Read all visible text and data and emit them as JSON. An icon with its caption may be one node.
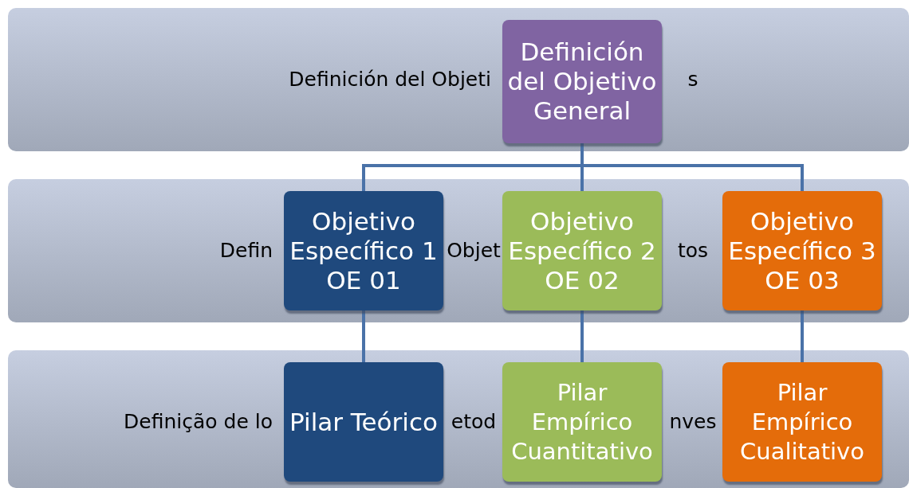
{
  "diagram": {
    "nodes": [
      {
        "text": [
          "Definición del Objeti",
          "s"
        ]
      },
      {
        "text": [
          "Definición del Objetivo General"
        ],
        "in": 0
      },
      {
        "text": [
          "Defin",
          "Objet",
          "tos"
        ]
      },
      {
        "text": [
          "Objetivo Específico 1 OE 01"
        ],
        "in": 2
      },
      {
        "text": [
          "Objetivo Específico 2 OE 02"
        ],
        "in": 2
      },
      {
        "text": [
          "Objetivo Específico 3 OE 03"
        ],
        "in": 2
      },
      {
        "text": [
          "Definição de lo",
          "etod",
          "nves"
        ]
      },
      {
        "text": [
          "Pilar Teórico"
        ],
        "in": 6
      },
      {
        "text": [
          "Pilar Empírico Cuantitativo"
        ],
        "in": 6
      },
      {
        "text": [
          "Pilar Empírico Cualitativo"
        ],
        "in": 6
      }
    ],
    "edges": [
      {
        "from": 1,
        "to": 3,
        "arrow": "none"
      },
      {
        "from": 1,
        "to": 4,
        "arrow": "none"
      },
      {
        "from": 1,
        "to": 5,
        "arrow": "none"
      },
      {
        "from": 3,
        "to": 7,
        "arrow": "none"
      },
      {
        "from": 4,
        "to": 8,
        "arrow": "none"
      },
      {
        "from": 5,
        "to": 9,
        "arrow": "none"
      }
    ]
  }
}
